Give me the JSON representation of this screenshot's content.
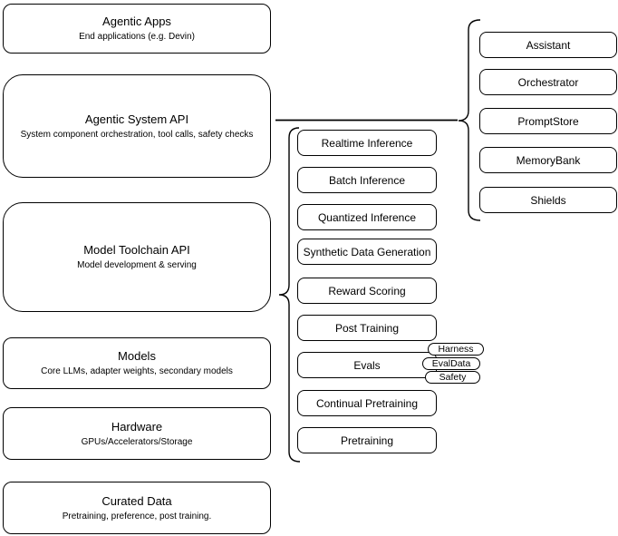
{
  "diagram": {
    "layers": [
      {
        "title": "Agentic Apps",
        "subtitle": "End applications (e.g. Devin)"
      },
      {
        "title": "Agentic System API",
        "subtitle": "System component orchestration, tool calls, safety checks"
      },
      {
        "title": "Model Toolchain API",
        "subtitle": "Model development & serving"
      },
      {
        "title": "Models",
        "subtitle": "Core LLMs, adapter weights, secondary models"
      },
      {
        "title": "Hardware",
        "subtitle": "GPUs/Accelerators/Storage"
      },
      {
        "title": "Curated Data",
        "subtitle": "Pretraining, preference, post training."
      }
    ],
    "toolchain_components": [
      "Realtime Inference",
      "Batch Inference",
      "Quantized Inference",
      "Synthetic Data Generation",
      "Reward Scoring",
      "Post Training",
      "Evals",
      "Continual Pretraining",
      "Pretraining"
    ],
    "evals_tags": [
      "Harness",
      "EvalData",
      "Safety"
    ],
    "system_components": [
      "Assistant",
      "Orchestrator",
      "PromptStore",
      "MemoryBank",
      "Shields"
    ],
    "colors": {
      "stroke": "#000000",
      "fill": "#ffffff",
      "background": "#ffffff"
    }
  }
}
